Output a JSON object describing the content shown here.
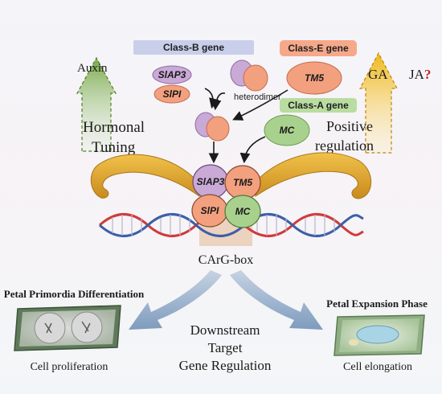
{
  "class_b_gene": "Class-B gene",
  "class_e_gene": "Class-E gene",
  "class_a_gene": "Class-A gene",
  "siap3": "SlAP3",
  "slpi": "SlPI",
  "tm5": "TM5",
  "mc": "MC",
  "heterodimer": "heterodimer",
  "auxin": "Auxin",
  "ga": "GA",
  "ja": "JA",
  "ja_question": "?",
  "hormonal_line1": "Hormonal",
  "hormonal_line2": "Tuning",
  "positive_line1": "Positive",
  "positive_line2": "regulation",
  "carg_box": "CArG-box",
  "petal_primordia": "Petal Primordia Differentiation",
  "petal_expansion": "Petal Expansion Phase",
  "cell_proliferation": "Cell proliferation",
  "cell_elongation": "Cell elongation",
  "downstream_line1": "Downstream",
  "downstream_line2": "Target",
  "downstream_line3": "Gene Regulation",
  "colors": {
    "purple": "#c9a9d6",
    "salmon": "#f2a07e",
    "green": "#a9d18e",
    "class_b_bar": "#c9cfea",
    "class_e_bar": "#f5a98a",
    "class_a_bar": "#b9dca0",
    "auxin_arrow": "#7aaa4a",
    "ga_arrow": "#f0b818",
    "ja_question": "#c0282a",
    "blue_arrow": "#7e9bbd",
    "dna_red": "#cf3b3b",
    "dna_blue": "#3b5fa8"
  }
}
